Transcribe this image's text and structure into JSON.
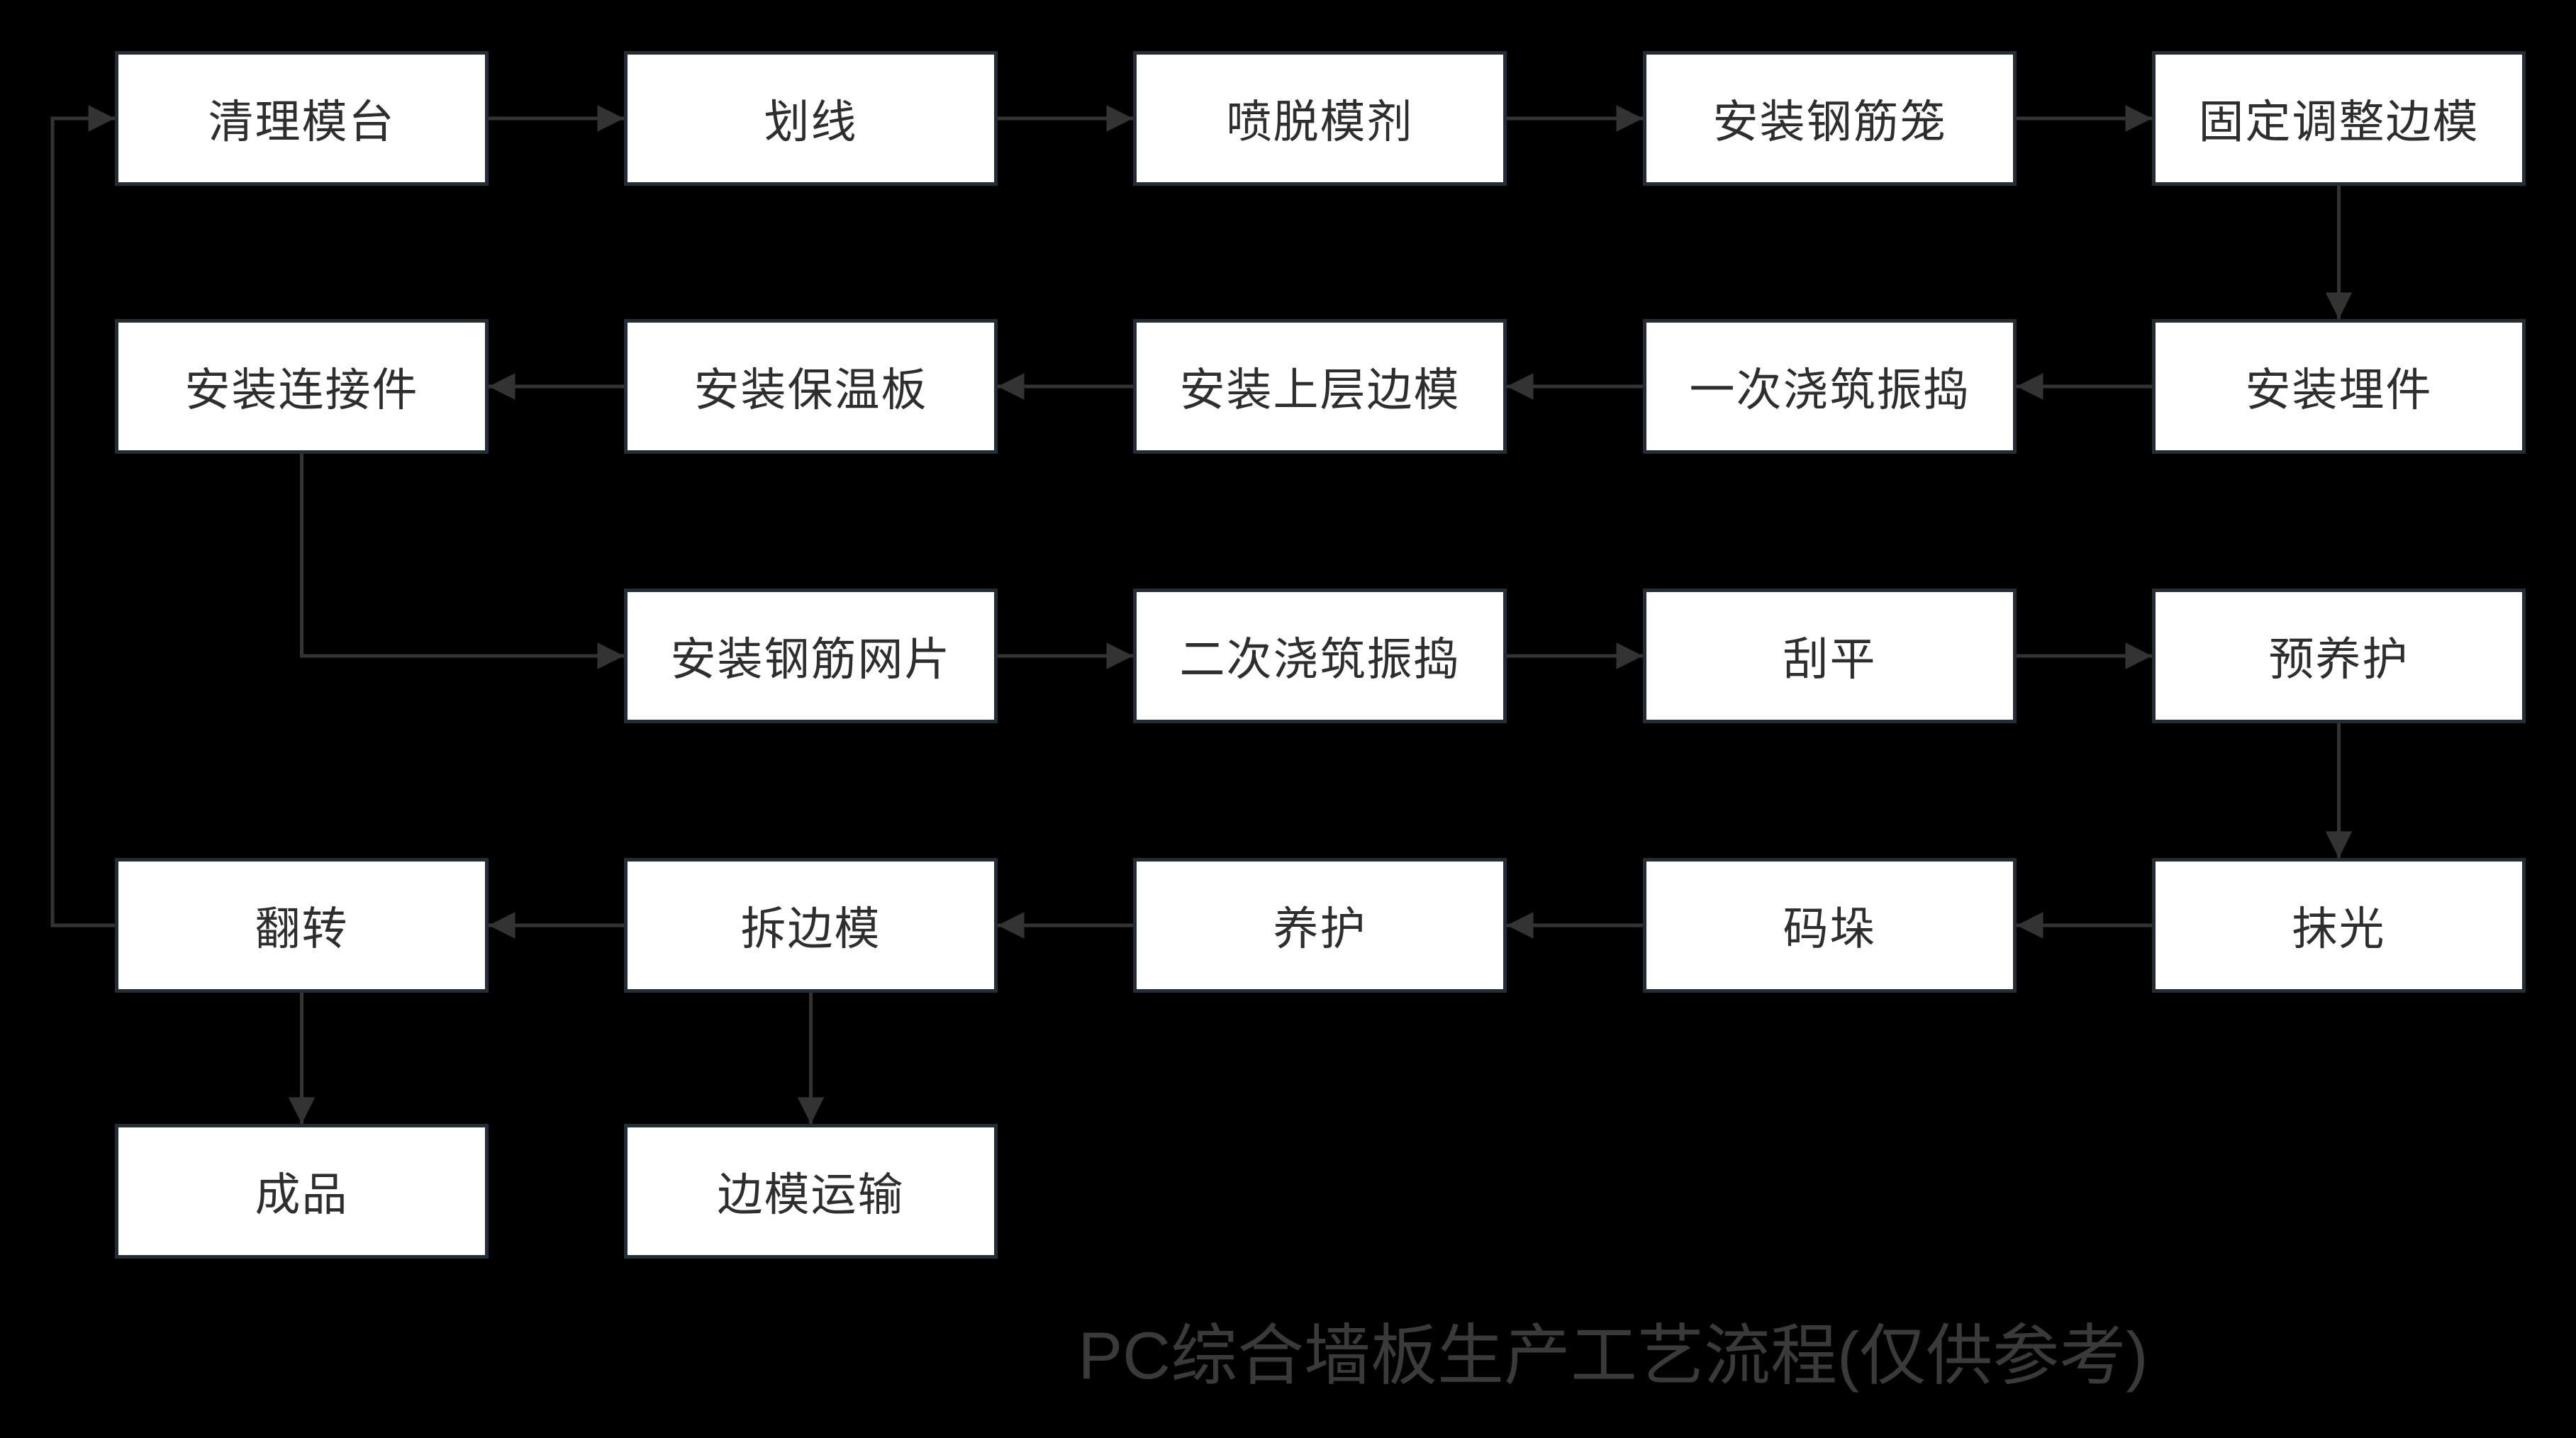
{
  "diagram": {
    "title": "PC综合墙板生产工艺流程(仅供参考)",
    "nodes": [
      {
        "id": "qingli-motai",
        "label": "清理模台",
        "col": 0,
        "row": 0
      },
      {
        "id": "huaxian",
        "label": "划线",
        "col": 1,
        "row": 0
      },
      {
        "id": "pen-tuomoji",
        "label": "喷脱模剂",
        "col": 2,
        "row": 0
      },
      {
        "id": "anzhuang-gangjinlong",
        "label": "安装钢筋笼",
        "col": 3,
        "row": 0
      },
      {
        "id": "guding-tiaozheng-bianmo",
        "label": "固定调整边模",
        "col": 4,
        "row": 0
      },
      {
        "id": "anzhuang-lianjiejian",
        "label": "安装连接件",
        "col": 0,
        "row": 1
      },
      {
        "id": "anzhuang-baowenban",
        "label": "安装保温板",
        "col": 1,
        "row": 1
      },
      {
        "id": "anzhuang-shangceng-bianmo",
        "label": "安装上层边模",
        "col": 2,
        "row": 1
      },
      {
        "id": "yici-jiaozhu-zhendao",
        "label": "一次浇筑振捣",
        "col": 3,
        "row": 1
      },
      {
        "id": "anzhuang-maijian",
        "label": "安装埋件",
        "col": 4,
        "row": 1
      },
      {
        "id": "anzhuang-gangjin-wangpian",
        "label": "安装钢筋网片",
        "col": 1,
        "row": 2
      },
      {
        "id": "erci-jiaozhu-zhendao",
        "label": "二次浇筑振捣",
        "col": 2,
        "row": 2
      },
      {
        "id": "guaping",
        "label": "刮平",
        "col": 3,
        "row": 2
      },
      {
        "id": "yu-yanghu",
        "label": "预养护",
        "col": 4,
        "row": 2
      },
      {
        "id": "fanzhuan",
        "label": "翻转",
        "col": 0,
        "row": 3
      },
      {
        "id": "chai-bianmo",
        "label": "拆边模",
        "col": 1,
        "row": 3
      },
      {
        "id": "yanghu",
        "label": "养护",
        "col": 2,
        "row": 3
      },
      {
        "id": "maduo",
        "label": "码垛",
        "col": 3,
        "row": 3
      },
      {
        "id": "moguang",
        "label": "抹光",
        "col": 4,
        "row": 3
      },
      {
        "id": "chengpin",
        "label": "成品",
        "col": 0,
        "row": 4
      },
      {
        "id": "bianmo-yunshu",
        "label": "边模运输",
        "col": 1,
        "row": 4
      }
    ],
    "edges": [
      {
        "from": "qingli-motai",
        "to": "huaxian",
        "route": "h"
      },
      {
        "from": "huaxian",
        "to": "pen-tuomoji",
        "route": "h"
      },
      {
        "from": "pen-tuomoji",
        "to": "anzhuang-gangjinlong",
        "route": "h"
      },
      {
        "from": "anzhuang-gangjinlong",
        "to": "guding-tiaozheng-bianmo",
        "route": "h"
      },
      {
        "from": "guding-tiaozheng-bianmo",
        "to": "anzhuang-maijian",
        "route": "v"
      },
      {
        "from": "anzhuang-maijian",
        "to": "yici-jiaozhu-zhendao",
        "route": "h"
      },
      {
        "from": "yici-jiaozhu-zhendao",
        "to": "anzhuang-shangceng-bianmo",
        "route": "h"
      },
      {
        "from": "anzhuang-shangceng-bianmo",
        "to": "anzhuang-baowenban",
        "route": "h"
      },
      {
        "from": "anzhuang-baowenban",
        "to": "anzhuang-lianjiejian",
        "route": "h"
      },
      {
        "from": "anzhuang-lianjiejian",
        "to": "anzhuang-gangjin-wangpian",
        "route": "elbow"
      },
      {
        "from": "anzhuang-gangjin-wangpian",
        "to": "erci-jiaozhu-zhendao",
        "route": "h"
      },
      {
        "from": "erci-jiaozhu-zhendao",
        "to": "guaping",
        "route": "h"
      },
      {
        "from": "guaping",
        "to": "yu-yanghu",
        "route": "h"
      },
      {
        "from": "yu-yanghu",
        "to": "moguang",
        "route": "v"
      },
      {
        "from": "moguang",
        "to": "maduo",
        "route": "h"
      },
      {
        "from": "maduo",
        "to": "yanghu",
        "route": "h"
      },
      {
        "from": "yanghu",
        "to": "chai-bianmo",
        "route": "h"
      },
      {
        "from": "chai-bianmo",
        "to": "fanzhuan",
        "route": "h"
      },
      {
        "from": "fanzhuan",
        "to": "qingli-motai",
        "route": "loop"
      },
      {
        "from": "fanzhuan",
        "to": "chengpin",
        "route": "v"
      },
      {
        "from": "chai-bianmo",
        "to": "bianmo-yunshu",
        "route": "v"
      }
    ]
  },
  "colors": {
    "background": "#000000",
    "box_fill": "#ffffff",
    "box_border": "#242c36",
    "box_text": "#2e2e2e",
    "arrow": "#333333",
    "title_text": "#3a3a3a"
  }
}
